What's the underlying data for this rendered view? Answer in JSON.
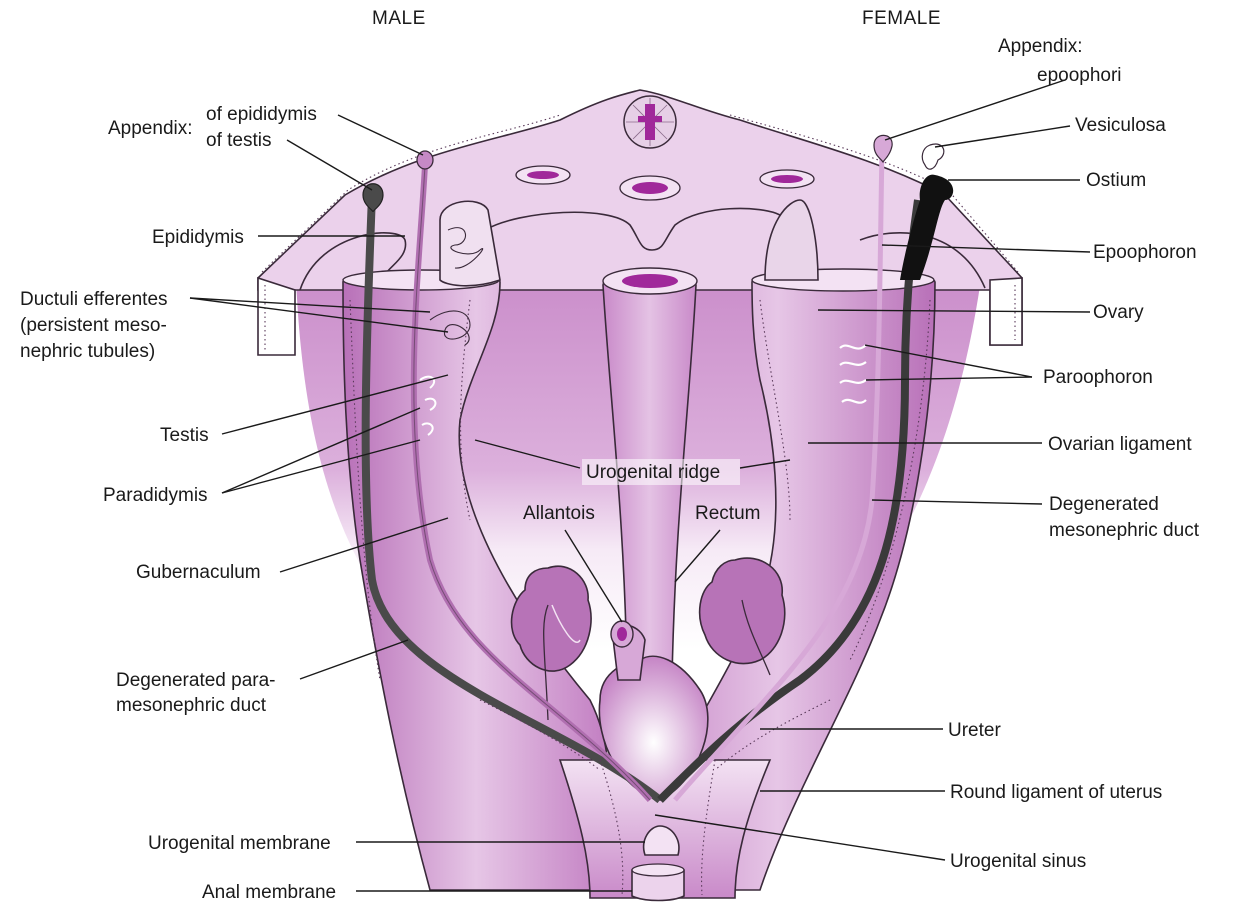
{
  "headers": {
    "male": "MALE",
    "female": "FEMALE"
  },
  "labels": {
    "appendix_male": "Appendix:",
    "of_epididymis": "of epididymis",
    "of_testis": "of testis",
    "epididymis": "Epididymis",
    "ductuli_1": "Ductuli efferentes",
    "ductuli_2": "(persistent meso-",
    "ductuli_3": "nephric tubules)",
    "testis": "Testis",
    "paradidymis": "Paradidymis",
    "gubernaculum": "Gubernaculum",
    "degen_para_1": "Degenerated para-",
    "degen_para_2": "mesonephric duct",
    "urogenital_membrane": "Urogenital membrane",
    "anal_membrane": "Anal membrane",
    "urogenital_ridge": "Urogenital ridge",
    "allantois": "Allantois",
    "rectum": "Rectum",
    "appendix_female": "Appendix:",
    "epoophori": "epoophori",
    "vesiculosa": "Vesiculosa",
    "ostium": "Ostium",
    "epoophoron": "Epoophoron",
    "ovary": "Ovary",
    "paroophoron": "Paroophoron",
    "ovarian_ligament": "Ovarian ligament",
    "degen_meso_1": "Degenerated",
    "degen_meso_2": "mesonephric duct",
    "ureter": "Ureter",
    "round_ligament": "Round ligament of uterus",
    "urogenital_sinus": "Urogenital sinus"
  },
  "colors": {
    "tissue_light": "#ecd3ec",
    "tissue_mid": "#d6a3d6",
    "tissue_dark": "#b870b8",
    "lumen": "#a0289a",
    "duct_dark": "#4a4a4a",
    "duct_black": "#111111",
    "line": "#1a1a1a"
  }
}
